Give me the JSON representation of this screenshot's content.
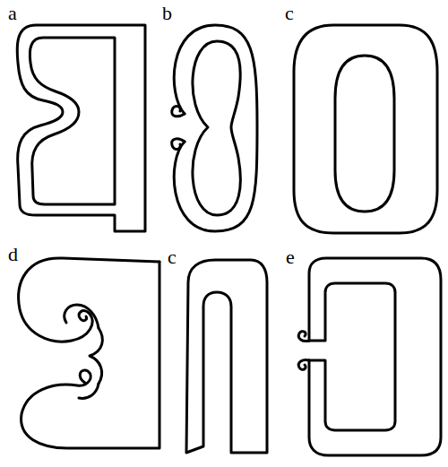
{
  "diagram": {
    "labels": [
      "a",
      "b",
      "c",
      "d",
      "c",
      "e"
    ]
  }
}
